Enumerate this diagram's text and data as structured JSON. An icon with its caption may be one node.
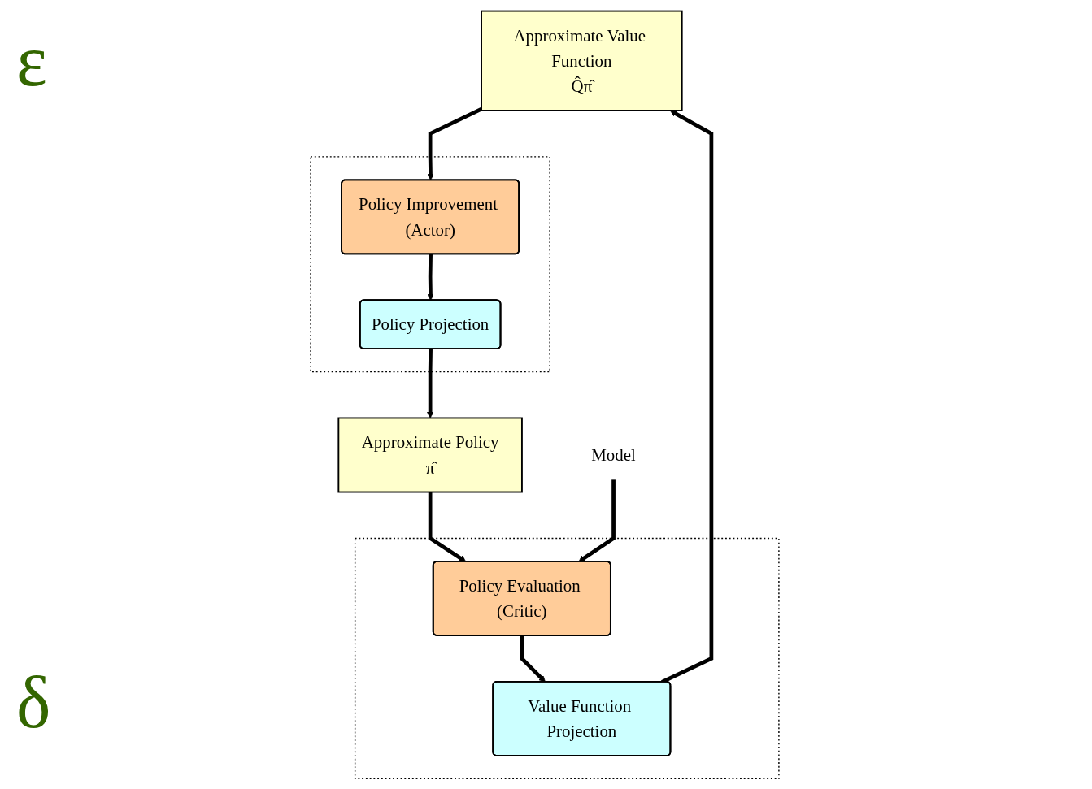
{
  "diagram": {
    "nodes": [
      {
        "text": [
          "Approximate Value Function",
          "Q̂π̂"
        ]
      },
      {
        "text": [],
        "shape": "box"
      },
      {
        "text": [
          "Value Function Projection"
        ],
        "in": 1
      },
      {
        "text": [
          "Policy Evaluation (Critic)"
        ],
        "in": 1
      },
      {
        "text": [],
        "shape": "box"
      },
      {
        "text": [
          "Policy Improvement (Actor)"
        ],
        "in": 4
      },
      {
        "text": [
          "Policy Projection"
        ],
        "in": 4
      },
      {
        "text": [
          "Approximate Policy",
          "π̂"
        ]
      },
      {
        "text": [
          "Model"
        ]
      }
    ],
    "edges": [
      {
        "from": 2,
        "to": 0,
        "arrow": "to"
      },
      {
        "from": 0,
        "to": 5,
        "arrow": "to"
      },
      {
        "from": 5,
        "to": 6,
        "arrow": "to"
      },
      {
        "from": 6,
        "to": 7,
        "arrow": "to"
      },
      {
        "from": 7,
        "to": 3,
        "arrow": "to"
      },
      {
        "from": 8,
        "to": 3,
        "arrow": "to"
      },
      {
        "from": 3,
        "to": 2,
        "arrow": "to"
      }
    ],
    "labels": [
      "ε",
      "δ"
    ]
  }
}
